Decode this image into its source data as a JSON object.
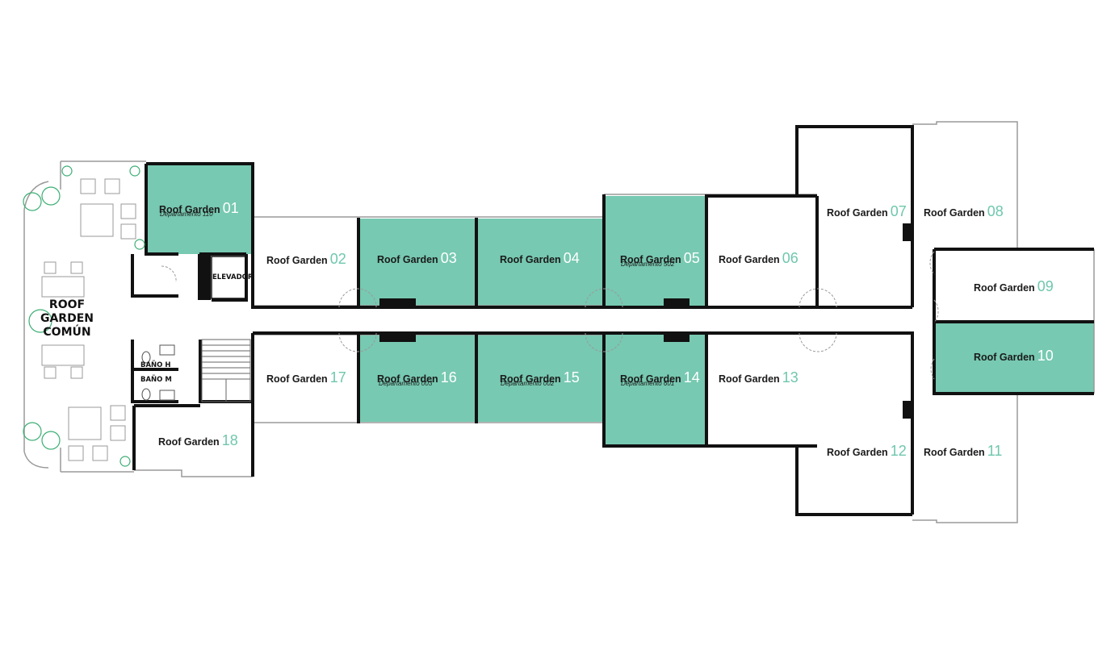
{
  "colors": {
    "highlight": "#77c9b1",
    "wall": "#111111",
    "number": "#6fc7ad",
    "background": "#ffffff"
  },
  "units": [
    {
      "id": "01",
      "title": "Roof Garden",
      "number": "01",
      "sub": "Departamento 110",
      "highlighted": true
    },
    {
      "id": "02",
      "title": "Roof Garden",
      "number": "02",
      "sub": "",
      "highlighted": false
    },
    {
      "id": "03",
      "title": "Roof Garden",
      "number": "03",
      "sub": "",
      "highlighted": true
    },
    {
      "id": "04",
      "title": "Roof Garden",
      "number": "04",
      "sub": "",
      "highlighted": true
    },
    {
      "id": "05",
      "title": "Roof Garden",
      "number": "05",
      "sub": "Departamento 502",
      "highlighted": true
    },
    {
      "id": "06",
      "title": "Roof Garden",
      "number": "06",
      "sub": "",
      "highlighted": false
    },
    {
      "id": "07",
      "title": "Roof Garden",
      "number": "07",
      "sub": "",
      "highlighted": false
    },
    {
      "id": "08",
      "title": "Roof Garden",
      "number": "08",
      "sub": "",
      "highlighted": false
    },
    {
      "id": "09",
      "title": "Roof Garden",
      "number": "09",
      "sub": "",
      "highlighted": false
    },
    {
      "id": "10",
      "title": "Roof Garden",
      "number": "10",
      "sub": "",
      "highlighted": true
    },
    {
      "id": "11",
      "title": "Roof Garden",
      "number": "11",
      "sub": "",
      "highlighted": false
    },
    {
      "id": "12",
      "title": "Roof Garden",
      "number": "12",
      "sub": "",
      "highlighted": false
    },
    {
      "id": "13",
      "title": "Roof Garden",
      "number": "13",
      "sub": "",
      "highlighted": false
    },
    {
      "id": "14",
      "title": "Roof Garden",
      "number": "14",
      "sub": "Departamento 601",
      "highlighted": true
    },
    {
      "id": "15",
      "title": "Roof Garden",
      "number": "15",
      "sub": "Departamento 002",
      "highlighted": true
    },
    {
      "id": "16",
      "title": "Roof Garden",
      "number": "16",
      "sub": "Departamento 003",
      "highlighted": true
    },
    {
      "id": "17",
      "title": "Roof Garden",
      "number": "17",
      "sub": "",
      "highlighted": false
    },
    {
      "id": "18",
      "title": "Roof Garden",
      "number": "18",
      "sub": "",
      "highlighted": false
    }
  ],
  "common_area": {
    "line1": "ROOF",
    "line2": "GARDEN",
    "line3": "COMÚN"
  },
  "services": {
    "elevator": "ELEVADOR",
    "bath_men": "BAÑO H",
    "bath_women": "BAÑO M"
  }
}
